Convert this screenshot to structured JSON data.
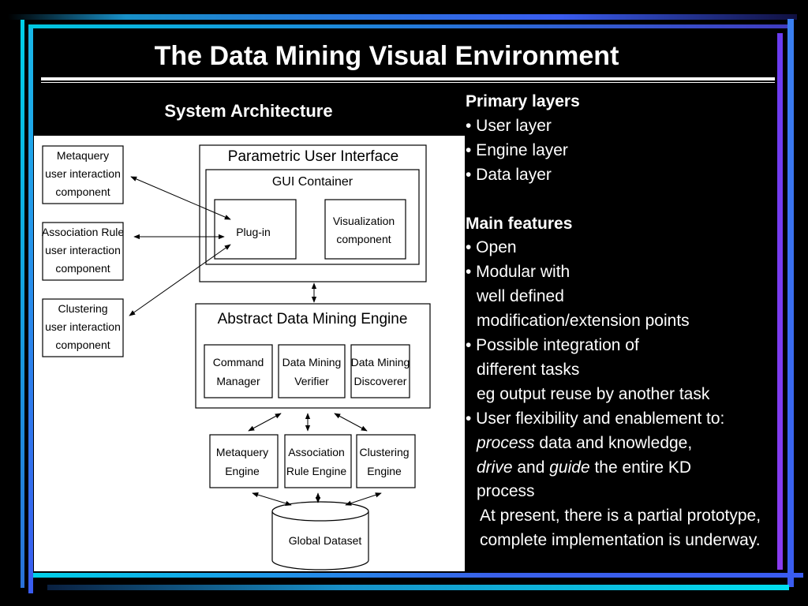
{
  "title": "The Data Mining Visual Environment",
  "subtitle": "System Architecture",
  "diagram": {
    "interaction_components": [
      [
        "Metaquery",
        "user interaction",
        "component"
      ],
      [
        "Association Rule",
        "user interaction",
        "component"
      ],
      [
        "Clustering",
        "user interaction",
        "component"
      ]
    ],
    "parametric_ui": "Parametric User Interface",
    "gui_container": "GUI Container",
    "plugin": "Plug-in",
    "visualization": [
      "Visualization",
      "component"
    ],
    "engine": "Abstract Data Mining Engine",
    "engine_modules": [
      [
        "Command",
        "Manager"
      ],
      [
        "Data Mining",
        "Verifier"
      ],
      [
        "Data Mining",
        "Discoverer"
      ]
    ],
    "miners": [
      [
        "Metaquery",
        "Engine"
      ],
      [
        "Association",
        "Rule Engine"
      ],
      [
        "Clustering",
        "Engine"
      ]
    ],
    "dataset": "Global Dataset"
  },
  "bullets": {
    "primary_heading": "Primary layers",
    "primary": [
      "• User layer",
      "• Engine layer",
      "• Data layer"
    ],
    "features_heading": "Main features",
    "f_open": "• Open",
    "f_modular": [
      "• Modular with",
      "well defined",
      "modification/extension points"
    ],
    "f_integration": [
      "• Possible integration of",
      "different tasks",
      "eg output reuse by another task"
    ],
    "f_flex": "• User flexibility and enablement to:",
    "f_process_em": "process",
    "f_process_rest": " data and knowledge,",
    "f_drive": "drive",
    "f_and": " and ",
    "f_guide": "guide",
    "f_kd": " the entire KD",
    "f_process_word": "process"
  },
  "note": "At present, there is a partial prototype, complete implementation is underway.",
  "colors": {
    "background": "#000000",
    "accent_cyan": "#00d8e8",
    "accent_blue": "#3a5cf0",
    "accent_violet": "#7a3cf0"
  }
}
